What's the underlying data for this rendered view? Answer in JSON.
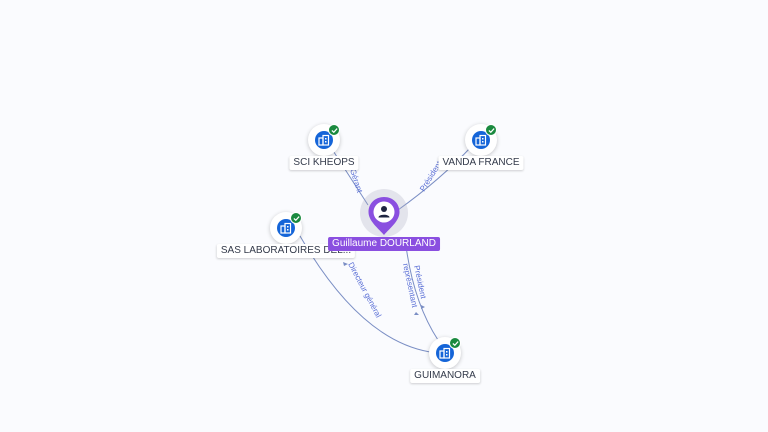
{
  "graph": {
    "person": {
      "name": "Guillaume DOURLAND",
      "icon": "person-icon"
    },
    "companies": [
      {
        "id": "sci-kheops",
        "name": "SCI KHEOPS",
        "icon": "building-icon",
        "verified": true
      },
      {
        "id": "vanda-france",
        "name": "VANDA FRANCE",
        "icon": "building-icon",
        "verified": true
      },
      {
        "id": "sas-laboratoires",
        "name": "SAS LABORATOIRES DEL...",
        "icon": "building-icon",
        "verified": true
      },
      {
        "id": "guimanora",
        "name": "GUIMANORA",
        "icon": "building-icon",
        "verified": true
      }
    ],
    "edge_labels": {
      "sci_kheops": "Gérant",
      "vanda_france": "Président",
      "guimanora_top": "Président",
      "guimanora_bottom": "représentant",
      "laboratoires": "Directeur général"
    }
  },
  "colors": {
    "accent_person": "#8a4fe0",
    "company_icon": "#1565d8",
    "verified": "#1a8a3f",
    "edge": "#7a8ec4",
    "edge_label": "#5a6fd6"
  }
}
